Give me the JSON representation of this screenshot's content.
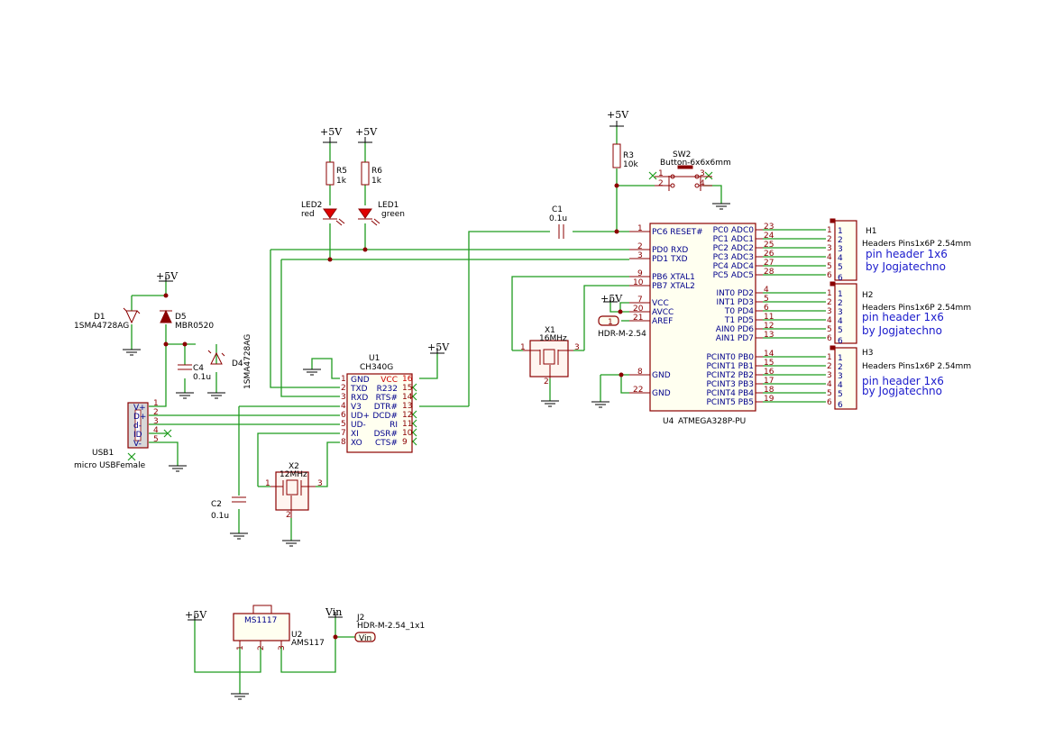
{
  "power": {
    "p5v": "+5V",
    "vin": "Vin"
  },
  "leds": {
    "r5": {
      "ref": "R5",
      "val": "1k"
    },
    "r6": {
      "ref": "R6",
      "val": "1k"
    },
    "led2": {
      "ref": "LED2",
      "val": "red"
    },
    "led1": {
      "ref": "LED1",
      "val": "green"
    }
  },
  "reset": {
    "r3": {
      "ref": "R3",
      "val": "10k"
    },
    "sw2": {
      "ref": "SW2",
      "val": "Button-6x6x6mm",
      "pins": [
        "1",
        "2",
        "3",
        "4"
      ]
    },
    "c1": {
      "ref": "C1",
      "val": "0.1u"
    }
  },
  "usb_input": {
    "d1": {
      "ref": "D1",
      "val": "1SMA4728AG"
    },
    "d5": {
      "ref": "D5",
      "val": "MBR0520"
    },
    "c4": {
      "ref": "C4",
      "val": "0.1u"
    },
    "d4": {
      "ref": "D4",
      "val": "1SMA4728AG"
    }
  },
  "usb1": {
    "ref": "USB1",
    "val": "micro USBFemale",
    "pins": [
      {
        "name": "V+",
        "num": "1"
      },
      {
        "name": "D+",
        "num": "2"
      },
      {
        "name": "d-",
        "num": "3"
      },
      {
        "name": "ID",
        "num": "4"
      },
      {
        "name": "V-",
        "num": "5"
      }
    ]
  },
  "u1": {
    "ref": "U1",
    "val": "CH340G",
    "left": [
      {
        "name": "GND",
        "num": "1"
      },
      {
        "name": "TXD",
        "num": "2"
      },
      {
        "name": "RXD",
        "num": "3"
      },
      {
        "name": "V3",
        "num": "4"
      },
      {
        "name": "UD+",
        "num": "6"
      },
      {
        "name": "UD-",
        "num": "5"
      },
      {
        "name": "XI",
        "num": "7"
      },
      {
        "name": "XO",
        "num": "8"
      }
    ],
    "right": [
      {
        "name": "VCC",
        "num": "16"
      },
      {
        "name": "R232",
        "num": "15"
      },
      {
        "name": "RTS#",
        "num": "14"
      },
      {
        "name": "DTR#",
        "num": "13"
      },
      {
        "name": "DCD#",
        "num": "12"
      },
      {
        "name": "RI",
        "num": "11"
      },
      {
        "name": "DSR#",
        "num": "10"
      },
      {
        "name": "CTS#",
        "num": "9"
      }
    ]
  },
  "c2": {
    "ref": "C2",
    "val": "0.1u"
  },
  "x2": {
    "ref": "X2",
    "val": "12MHz",
    "pins": [
      "1",
      "2",
      "3"
    ]
  },
  "x1": {
    "ref": "X1",
    "val": "16MHz",
    "pins": [
      "1",
      "2",
      "3"
    ]
  },
  "u4": {
    "ref": "U4",
    "val": "ATMEGA328P-PU",
    "left": [
      {
        "name": "PC6 RESET#",
        "num": "1"
      },
      {
        "name": "PD0 RXD",
        "num": "2"
      },
      {
        "name": "PD1 TXD",
        "num": "3"
      },
      {
        "name": "PB6 XTAL1",
        "num": "9"
      },
      {
        "name": "PB7 XTAL2",
        "num": "10"
      },
      {
        "name": "VCC",
        "num": "7"
      },
      {
        "name": "AVCC",
        "num": "20"
      },
      {
        "name": "AREF",
        "num": "21"
      },
      {
        "name": "GND",
        "num": "8"
      },
      {
        "name": "GND",
        "num": "22"
      }
    ],
    "right": [
      {
        "name": "PC0 ADC0",
        "num": "23"
      },
      {
        "name": "PC1 ADC1",
        "num": "24"
      },
      {
        "name": "PC2 ADC2",
        "num": "25"
      },
      {
        "name": "PC3 ADC3",
        "num": "26"
      },
      {
        "name": "PC4 ADC4",
        "num": "27"
      },
      {
        "name": "PC5 ADC5",
        "num": "28"
      },
      {
        "name": "INT0 PD2",
        "num": "4"
      },
      {
        "name": "INT1 PD3",
        "num": "5"
      },
      {
        "name": "T0 PD4",
        "num": "6"
      },
      {
        "name": "T1 PD5",
        "num": "11"
      },
      {
        "name": "AIN0 PD6",
        "num": "12"
      },
      {
        "name": "AIN1 PD7",
        "num": "13"
      },
      {
        "name": "PCINT0 PB0",
        "num": "14"
      },
      {
        "name": "PCINT1 PB1",
        "num": "15"
      },
      {
        "name": "PCINT2 PB2",
        "num": "16"
      },
      {
        "name": "PCINT3 PB3",
        "num": "17"
      },
      {
        "name": "PCINT4 PB4",
        "num": "18"
      },
      {
        "name": "PCINT5 PB5",
        "num": "19"
      }
    ]
  },
  "aref_header": {
    "num": "1",
    "val": "HDR-M-2.54"
  },
  "headers": [
    {
      "ref": "H1",
      "val": "Headers  Pins1x6P 2.54mm",
      "note1": "pin header 1x6",
      "note2": "by Jogjatechno"
    },
    {
      "ref": "H2",
      "val": "Headers  Pins1x6P 2.54mm",
      "note1": "pin header 1x6",
      "note2": "by Jogjatechno"
    },
    {
      "ref": "H3",
      "val": "Headers  Pins1x6P 2.54mm",
      "note1": "pin header 1x6",
      "note2": "by Jogjatechno"
    }
  ],
  "header_pins": [
    "1",
    "2",
    "3",
    "4",
    "5",
    "6"
  ],
  "u2": {
    "ref": "U2",
    "val": "AMS117",
    "body": "MS1117",
    "pins": [
      "1",
      "2",
      "3"
    ]
  },
  "j2": {
    "ref": "J2",
    "val": "HDR-M-2.54_1x1",
    "label": "Vin"
  }
}
